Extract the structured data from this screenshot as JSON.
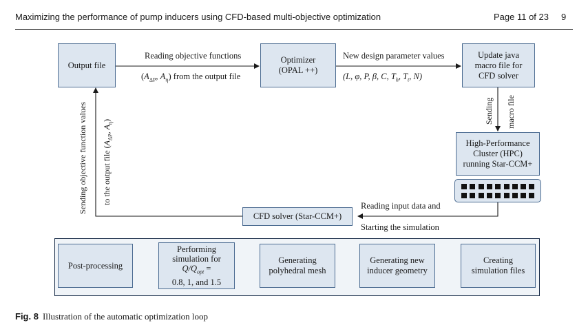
{
  "header": {
    "title": "Maximizing the performance of pump inducers using CFD-based multi-objective optimization",
    "page_label": "Page 11 of 23",
    "page_number": "9"
  },
  "boxes": {
    "output_file": "Output file",
    "optimizer_line1": "Optimizer",
    "optimizer_line2": "(OPAL ++)",
    "update_line1": "Update java",
    "update_line2": "macro file for",
    "update_line3": "CFD solver",
    "hpc_line1": "High-Performance",
    "hpc_line2": "Cluster (HPC)",
    "hpc_line3": "running Star-CCM+",
    "cfd_solver": "CFD solver (Star-CCM+)",
    "post_processing": "Post-processing",
    "performing_line1": "Performing",
    "performing_line2": "simulation for",
    "performing_line3": "Q/Q",
    "performing_sub": "opt",
    "performing_eq": "=",
    "performing_line4": "0.8, 1, and 1.5",
    "mesh_line1": "Generating",
    "mesh_line2": "polyhedral mesh",
    "geometry_line1": "Generating new",
    "geometry_line2": "inducer geometry",
    "creating_line1": "Creating",
    "creating_line2": "simulation files"
  },
  "labels": {
    "reading_obj": "Reading objective functions",
    "reading_obj2": "from the output file",
    "a_dp": "A",
    "a_dp_sub": "ΔP",
    "a_eta": "A",
    "a_eta_sub": "η",
    "new_design": "New design  parameter values",
    "params": "(L,  φ, P,  β, C, T",
    "params_sub1": "h",
    "params_mid": ", T",
    "params_sub2": "t",
    "params_end": ", N)",
    "sending": "Sending",
    "macro_file": "macro file",
    "sending_obj": "Sending objective function values",
    "to_output": "to the output file (",
    "to_output_end": ")",
    "reading_input": "Reading input data and",
    "starting_sim": "Starting the simulation"
  },
  "caption": {
    "label": "Fig. 8",
    "text": "Illustration of the automatic optimization loop"
  }
}
